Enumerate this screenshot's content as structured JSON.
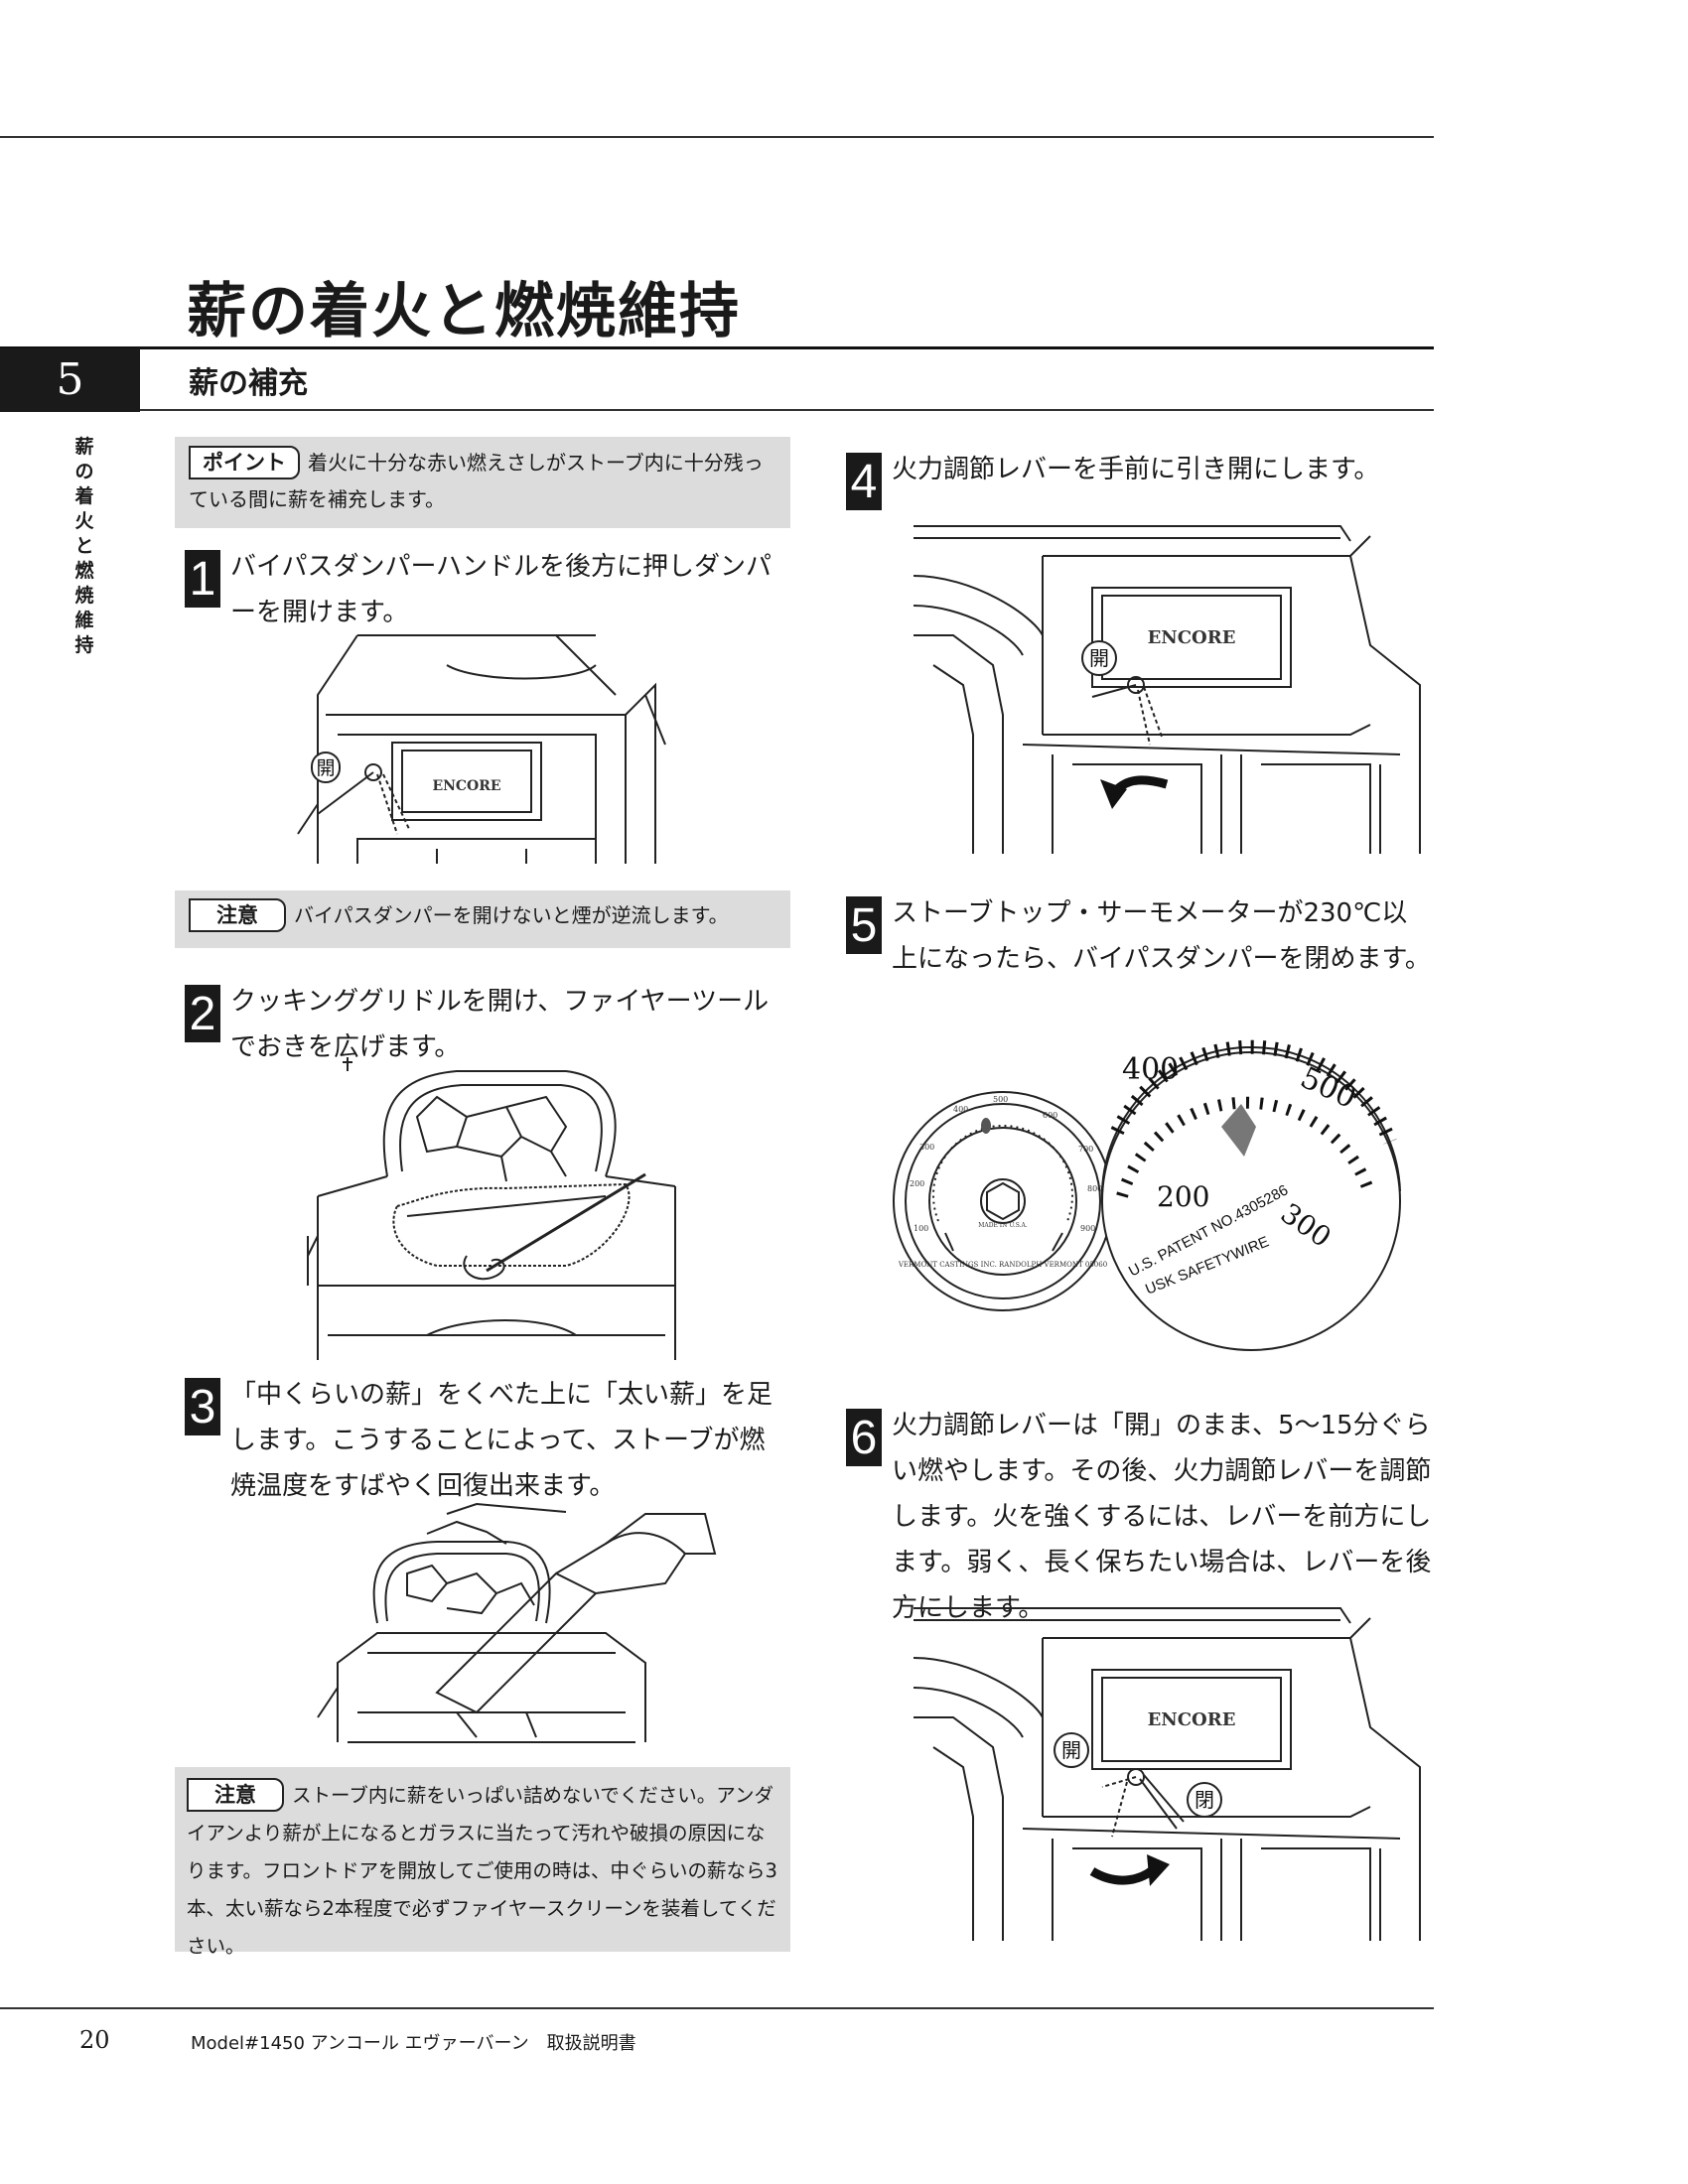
{
  "header": {
    "title": "薪の着火と燃焼維持",
    "chapter_number": "5",
    "section_title": "薪の補充",
    "side_tab": "薪の着火と燃焼維持"
  },
  "point_box": {
    "label": "ポイント",
    "text": "着火に十分な赤い燃えさしがストーブ内に十分残っている間に薪を補充します。"
  },
  "steps": [
    {
      "num": "1",
      "text": "バイパスダンパーハンドルを後方に押しダンパーを開けます。"
    },
    {
      "num": "2",
      "text": "クッキンググリドルを開け、ファイヤーツールでおきを広げます。"
    },
    {
      "num": "3",
      "text": "「中くらいの薪」をくべた上に「太い薪」を足します。こうすることによって、ストーブが燃焼温度をすばやく回復出来ます。"
    },
    {
      "num": "4",
      "text": "火力調節レバーを手前に引き開にします。"
    },
    {
      "num": "5",
      "text": "ストーブトップ・サーモメーターが230℃以上になったら、バイパスダンパーを閉めます。"
    },
    {
      "num": "6",
      "text": "火力調節レバーは「開」のまま、5～15分ぐらい燃やします。その後、火力調節レバーを調節します。火を強くするには、レバーを前方にします。弱く、長く保ちたい場合は、レバーを後方にします。"
    }
  ],
  "caution1": {
    "label": "注意",
    "text": "バイパスダンパーを開けないと煙が逆流します。"
  },
  "caution2": {
    "label": "注意",
    "text": "ストーブ内に薪をいっぱい詰めないでください。アンダイアンより薪が上になるとガラスに当たって汚れや破損の原因になります。フロントドアを開放してご使用の時は、中ぐらいの薪なら3本、太い薪なら2本程度で必ずファイヤースクリーンを装着してください。"
  },
  "illustrations": {
    "stove_brand": "ENCORE",
    "open_mark": "開",
    "close_mark": "閉",
    "thermometer": {
      "scale_large": [
        "400",
        "500",
        "200",
        "300"
      ],
      "patent_line": "U.S. PATENT NO.4305286",
      "safety_line": "USK SAFETYWIRE",
      "small_ticks": [
        "100",
        "200",
        "300",
        "400",
        "500",
        "600",
        "700",
        "800",
        "900"
      ],
      "maker": "VERMONT CASTINGS INC. RANDOLPH VERMONT 05060",
      "made_in": "MADE IN U.S.A."
    }
  },
  "footer": {
    "page_number": "20",
    "doc_title": "Model#1450 アンコール エヴァーバーン　取扱説明書"
  }
}
